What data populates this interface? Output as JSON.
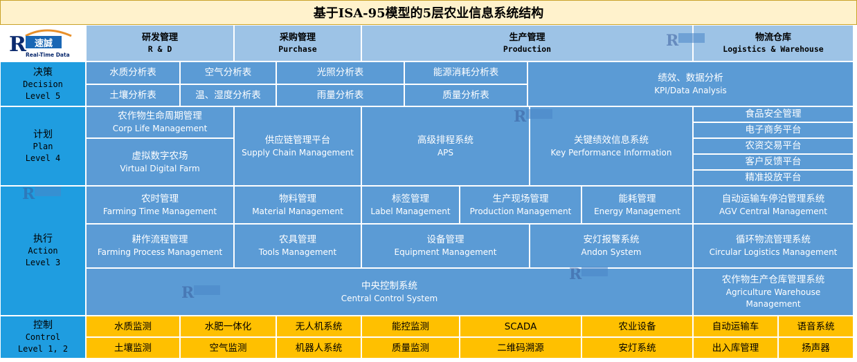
{
  "title": "基于ISA-95模型的5层农业信息系统结构",
  "logo": {
    "text": "速誠",
    "subtitle": "Real-Time Data"
  },
  "departments": [
    {
      "zh": "研发管理",
      "en": "R & D"
    },
    {
      "zh": "采购管理",
      "en": "Purchase"
    },
    {
      "zh": "生产管理",
      "en": "Production"
    },
    {
      "zh": "物流仓库",
      "en": "Logistics & Warehouse"
    }
  ],
  "levels": {
    "decision": {
      "zh": "决策",
      "en1": "Decision",
      "en2": "Level 5"
    },
    "plan": {
      "zh": "计划",
      "en1": "Plan",
      "en2": "Level 4"
    },
    "action": {
      "zh": "执行",
      "en1": "Action",
      "en2": "Level 3"
    },
    "control": {
      "zh": "控制",
      "en1": "Control",
      "en2": "Level 1, 2"
    }
  },
  "decision": {
    "water": "水质分析表",
    "air": "空气分析表",
    "light": "光照分析表",
    "energy": "能源消耗分析表",
    "soil": "土壤分析表",
    "humidity": "温、湿度分析表",
    "rain": "雨量分析表",
    "quality": "质量分析表",
    "kpi": {
      "zh": "绩效、数据分析",
      "en": "KPI/Data Analysis"
    }
  },
  "plan": {
    "crop": {
      "zh": "农作物生命周期管理",
      "en": "Corp Life Management"
    },
    "virtual": {
      "zh": "虚拟数字农场",
      "en": "Virtual Digital Farm"
    },
    "supply": {
      "zh": "供应链管理平台",
      "en": "Supply Chain Management"
    },
    "aps": {
      "zh": "高级排程系统",
      "en": "APS"
    },
    "kpi": {
      "zh": "关键绩效信息系统",
      "en": "Key Performance Information"
    },
    "food": "食品安全管理",
    "ecommerce": "电子商务平台",
    "agrisupply": "农资交易平台",
    "feedback": "客户反馈平台",
    "precise": "精准投放平台"
  },
  "action": {
    "farming_time": {
      "zh": "农时管理",
      "en": "Farming Time Management"
    },
    "material": {
      "zh": "物料管理",
      "en": "Material Management"
    },
    "label": {
      "zh": "标签管理",
      "en": "Label Management"
    },
    "production_site": {
      "zh": "生产现场管理",
      "en": "Production Management"
    },
    "energy": {
      "zh": "能耗管理",
      "en": "Energy Management"
    },
    "agv": {
      "zh": "自动运输车停泊管理系统",
      "en": "AGV Central Management"
    },
    "farming_process": {
      "zh": "耕作流程管理",
      "en": "Farming Process Management"
    },
    "tools": {
      "zh": "农具管理",
      "en": "Tools Management"
    },
    "equipment": {
      "zh": "设备管理",
      "en": "Equipment Management"
    },
    "andon": {
      "zh": "安灯报警系统",
      "en": "Andon System"
    },
    "circular": {
      "zh": "循环物流管理系统",
      "en": "Circular Logistics Management"
    },
    "central": {
      "zh": "中央控制系统",
      "en": "Central Control System"
    },
    "warehouse": {
      "zh": "农作物生产仓库管理系统",
      "en": "Agriculture Warehouse Management"
    }
  },
  "control": {
    "row1": [
      "水质监测",
      "水肥一体化",
      "无人机系统",
      "能控监测",
      "SCADA",
      "农业设备",
      "自动运输车",
      "语音系统"
    ],
    "row2": [
      "土壤监测",
      "空气监测",
      "机器人系统",
      "质量监测",
      "二维码溯源",
      "安灯系统",
      "出入库管理",
      "扬声器"
    ]
  },
  "colors": {
    "title_bg": "#fff2cc",
    "header_bg": "#9dc3e6",
    "level_bg": "#1f9de0",
    "cell_bg": "#5b9bd5",
    "control_bg": "#ffc000"
  }
}
